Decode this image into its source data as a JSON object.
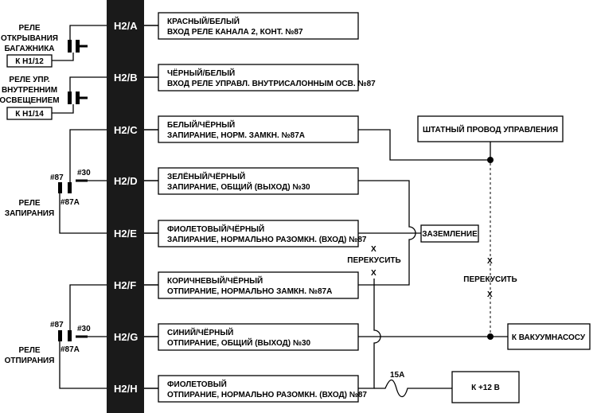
{
  "pins": [
    {
      "id": "H2/A",
      "line1": "КРАСНЫЙ/БЕЛЫЙ",
      "line2": "ВХОД РЕЛЕ КАНАЛА 2, КОНТ. №87"
    },
    {
      "id": "H2/B",
      "line1": "ЧЁРНЫЙ/БЕЛЫЙ",
      "line2": "ВХОД РЕЛЕ УПРАВЛ. ВНУТРИСАЛОННЫМ ОСВ. №87"
    },
    {
      "id": "H2/C",
      "line1": "БЕЛЫЙ/ЧЁРНЫЙ",
      "line2": "ЗАПИРАНИЕ, НОРМ. ЗАМКН. №87А"
    },
    {
      "id": "H2/D",
      "line1": "ЗЕЛЁНЫЙ/ЧЁРНЫЙ",
      "line2": "ЗАПИРАНИЕ, ОБЩИЙ (ВЫХОД) №30"
    },
    {
      "id": "H2/E",
      "line1": "ФИОЛЕТОВЫЙ/ЧЁРНЫЙ",
      "line2": "ЗАПИРАНИЕ, НОРМАЛЬНО РАЗОМКН. (ВХОД) №87"
    },
    {
      "id": "H2/F",
      "line1": "КОРИЧНЕВЫЙ/ЧЁРНЫЙ",
      "line2": "ОТПИРАНИЕ, НОРМАЛЬНО ЗАМКН. №87А"
    },
    {
      "id": "H2/G",
      "line1": "СИНИЙ/ЧЁРНЫЙ",
      "line2": "ОТПИРАНИЕ, ОБЩИЙ (ВЫХОД) №30"
    },
    {
      "id": "H2/H",
      "line1": "ФИОЛЕТОВЫЙ",
      "line2": "ОТПИРАНИЕ, НОРМАЛЬНО РАЗОМКН. (ВХОД) №87"
    }
  ],
  "left": {
    "trunk_relay": [
      "РЕЛЕ",
      "ОТКРЫВАНИЯ",
      "БАГАЖНИКА"
    ],
    "trunk_ref": "К Н1/12",
    "light_relay": [
      "РЕЛЕ УПР.",
      "ВНУТРЕННИМ",
      "ОСВЕЩЕНИЕМ"
    ],
    "light_ref": "К Н1/14",
    "lock_relay": [
      "РЕЛЕ",
      "ЗАПИРАНИЯ"
    ],
    "unlock_relay": [
      "РЕЛЕ",
      "ОТПИРАНИЯ"
    ],
    "c87": "#87",
    "c87a": "#87А",
    "c30": "#30"
  },
  "right": {
    "factory_wire": "ШТАТНЫЙ ПРОВОД УПРАВЛЕНИЯ",
    "ground": "ЗАЗЕМЛЕНИЕ",
    "vacuum": "К ВАКУУМНАСОСУ",
    "plus12": "К +12 В",
    "cut": "ПЕРЕКУСИТЬ",
    "x": "X",
    "fuse": "15А"
  }
}
